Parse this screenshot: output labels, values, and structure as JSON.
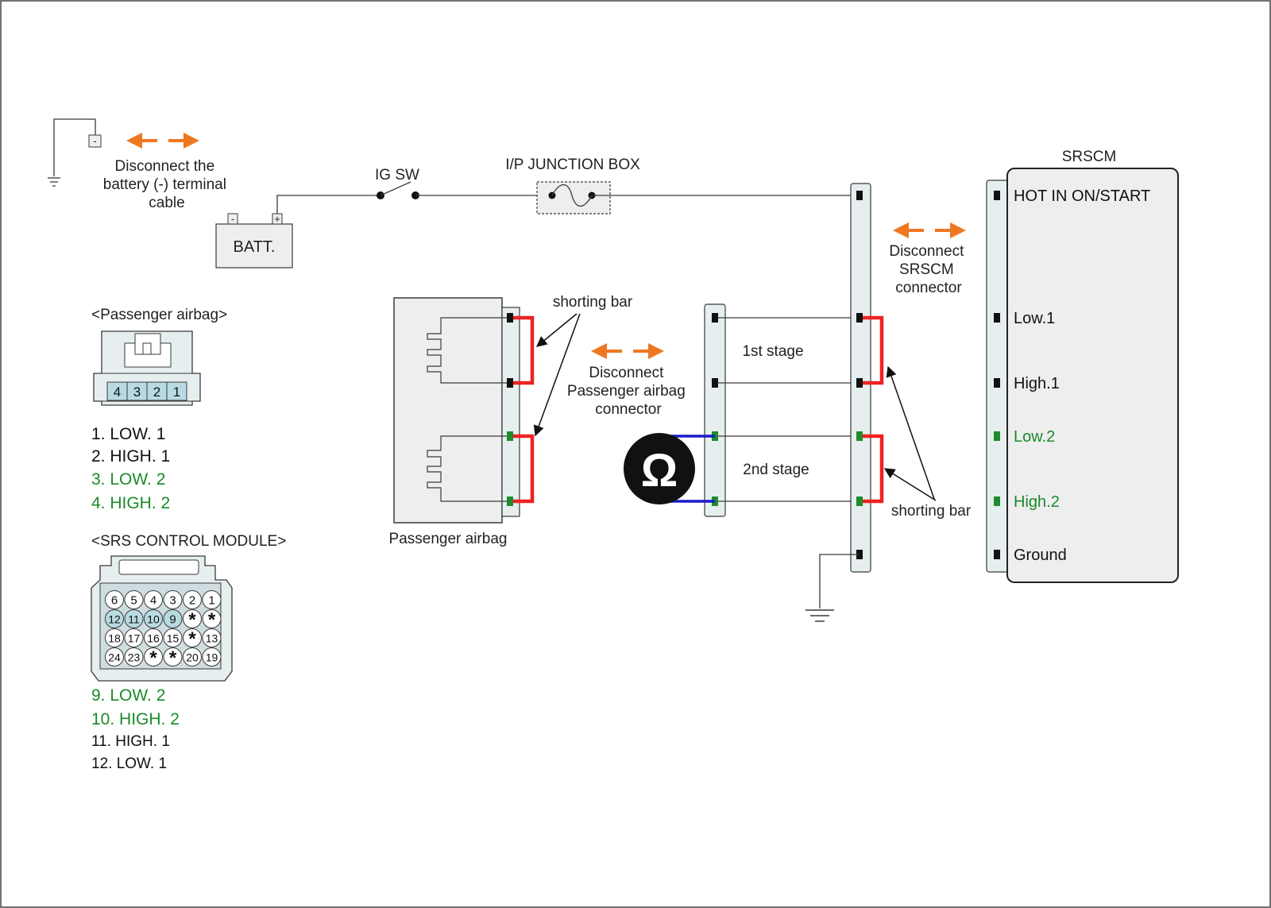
{
  "colors": {
    "wire": "#3a3a3a",
    "shorting_bar": "#ee2222",
    "meter_lead": "#1a1acc",
    "arrow": "#ee7722",
    "green_text": "#1a8a2a",
    "green_pin": "#1e8c2a",
    "black_pin": "#111111",
    "connector_fill": "#e6eef0",
    "cavity_fill": "#b8dbe2",
    "box_fill": "#eeeeee"
  },
  "icons": {
    "arrow": "double-orange-arrow-icon",
    "ground": "ground-symbol-icon",
    "meter": "ohmmeter-icon",
    "fuse": "fuse-icon",
    "switch": "switch-icon"
  },
  "labels": {
    "disconnect_battery": [
      "Disconnect the",
      "battery (-) terminal",
      "cable"
    ],
    "ig_sw": "IG SW",
    "ip_junction_box": "I/P JUNCTION BOX",
    "batt": "BATT.",
    "batt_minus": "-",
    "batt_plus": "+",
    "battery_terminal_minus": "-",
    "disconnect_passenger": [
      "Disconnect",
      "Passenger airbag",
      "connector"
    ],
    "disconnect_srscm": [
      "Disconnect",
      "SRSCM",
      "connector"
    ],
    "shorting_bar_top": "shorting bar",
    "shorting_bar_right": "shorting bar",
    "passenger_airbag_component": "Passenger airbag",
    "first_stage": "1st stage",
    "second_stage": "2nd stage",
    "meter_symbol": "Ω",
    "srscm_title": "SRSCM"
  },
  "srscm_pins": [
    {
      "label": "HOT IN ON/START",
      "color": "black"
    },
    {
      "label": "Low.1",
      "color": "black"
    },
    {
      "label": "High.1",
      "color": "black"
    },
    {
      "label": "Low.2",
      "color": "green"
    },
    {
      "label": "High.2",
      "color": "green"
    },
    {
      "label": "Ground",
      "color": "black"
    }
  ],
  "passenger_airbag_connector": {
    "title": "<Passenger airbag>",
    "cavities": [
      "4",
      "3",
      "2",
      "1"
    ],
    "pin_list": [
      {
        "text": "1. LOW. 1",
        "color": "black"
      },
      {
        "text": "2. HIGH. 1",
        "color": "black"
      },
      {
        "text": "3. LOW. 2",
        "color": "green"
      },
      {
        "text": "4. HIGH. 2",
        "color": "green"
      }
    ]
  },
  "srs_control_module_connector": {
    "title": "<SRS CONTROL MODULE>",
    "rows": [
      [
        "6",
        "5",
        "4",
        "3",
        "2",
        "1"
      ],
      [
        "12",
        "11",
        "10",
        "9",
        "*",
        "*"
      ],
      [
        "18",
        "17",
        "16",
        "15",
        "*",
        "13"
      ],
      [
        "24",
        "23",
        "*",
        "*",
        "20",
        "19"
      ]
    ],
    "highlighted": [
      "12",
      "11",
      "10",
      "9"
    ],
    "pin_list": [
      {
        "text": "9. LOW. 2",
        "color": "green"
      },
      {
        "text": "10. HIGH. 2",
        "color": "green"
      },
      {
        "text": "11. HIGH. 1",
        "color": "black"
      },
      {
        "text": "12. LOW. 1",
        "color": "black"
      }
    ]
  }
}
